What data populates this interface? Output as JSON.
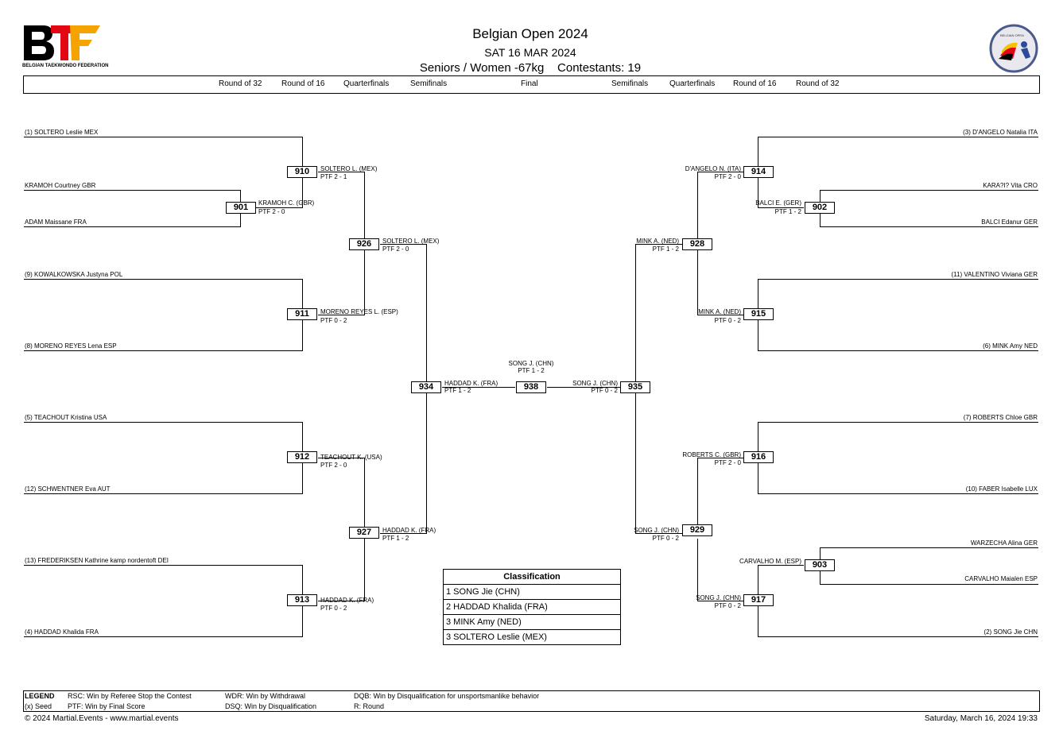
{
  "header": {
    "logo_text": "BELGIAN TAEKWONDO FEDERATION",
    "title": "Belgian Open 2024",
    "date": "SAT 16 MAR 2024",
    "category": "Seniors / Women -67kg",
    "contestants": "Contestants: 19",
    "badge_text": "BELGIAN OPEN"
  },
  "rounds_left": [
    "Round of 32",
    "Round of 16",
    "Quarterfinals",
    "Semifinals"
  ],
  "round_final": "Final",
  "rounds_right": [
    "Semifinals",
    "Quarterfinals",
    "Round of 16",
    "Round of 32"
  ],
  "left_entries": [
    "(1) SOLTERO Leslie MEX",
    "KRAMOH Courtney GBR",
    "ADAM Maissane FRA",
    "(9) KOWALKOWSKA Justyna POL",
    "(8) MORENO REYES Lena ESP",
    "(5) TEACHOUT Kristina USA",
    "(12) SCHWENTNER Eva AUT",
    "(13) FREDERIKSEN Kathrine kamp nordentoft DEI",
    "(4) HADDAD Khalida FRA"
  ],
  "right_entries": [
    "(3) D'ANGELO Natalia ITA",
    "KARA?I? Vita CRO",
    "BALCI Edanur GER",
    "(11) VALENTINO Viviana GER",
    "(6) MINK Amy NED",
    "(7) ROBERTS Chloe GBR",
    "(10) FABER Isabelle LUX",
    "WARZECHA Alina GER",
    "CARVALHO Maialen ESP",
    "(2) SONG Jie CHN"
  ],
  "matches": {
    "m901": {
      "id": "901",
      "winner": "KRAMOH C. (GBR)",
      "score": "PTF 2 - 0"
    },
    "m910": {
      "id": "910",
      "winner": "SOLTERO L. (MEX)",
      "score": "PTF 2 - 1"
    },
    "m911": {
      "id": "911",
      "winner": "MORENO REYES L. (ESP)",
      "score": "PTF 0 - 2"
    },
    "m912": {
      "id": "912",
      "winner": "TEACHOUT K. (USA)",
      "score": "PTF 2 - 0"
    },
    "m913": {
      "id": "913",
      "winner": "HADDAD K. (FRA)",
      "score": "PTF 0 - 2"
    },
    "m926": {
      "id": "926",
      "winner": "SOLTERO L. (MEX)",
      "score": "PTF 2 - 0"
    },
    "m927": {
      "id": "927",
      "winner": "HADDAD K. (FRA)",
      "score": "PTF 1 - 2"
    },
    "m934": {
      "id": "934",
      "winner": "HADDAD K. (FRA)",
      "score": "PTF 1 - 2"
    },
    "m938": {
      "id": "938",
      "winner": "SONG J. (CHN)",
      "score": "PTF 1 - 2"
    },
    "m935": {
      "id": "935",
      "winner": "SONG J. (CHN)",
      "score": "PTF 0 - 2"
    },
    "m928": {
      "id": "928",
      "winner": "MINK A. (NED)",
      "score": "PTF 1 - 2"
    },
    "m929": {
      "id": "929",
      "winner": "SONG J. (CHN)",
      "score": "PTF 0 - 2"
    },
    "m914": {
      "id": "914",
      "winner": "D'ANGELO N. (ITA)",
      "score": "PTF 2 - 0"
    },
    "m915": {
      "id": "915",
      "winner": "MINK A. (NED)",
      "score": "PTF 0 - 2"
    },
    "m916": {
      "id": "916",
      "winner": "ROBERTS C. (GBR)",
      "score": "PTF 2 - 0"
    },
    "m917": {
      "id": "917",
      "winner": "SONG J. (CHN)",
      "score": "PTF 0 - 2"
    },
    "m902": {
      "id": "902",
      "winner": "BALCI E. (GER)",
      "score": "PTF 1 - 2"
    },
    "m903": {
      "id": "903",
      "winner": "CARVALHO M. (ESP)",
      "score": ""
    }
  },
  "classification": {
    "title": "Classification",
    "rows": [
      "1  SONG Jie (CHN)",
      "2  HADDAD Khalida (FRA)",
      "3  MINK Amy (NED)",
      "3  SOLTERO Leslie (MEX)"
    ]
  },
  "legend": {
    "title": "LEGEND",
    "seed": "(x) Seed",
    "rsc": "RSC: Win by Referee Stop the Contest",
    "ptf": "PTF: Win by Final Score",
    "wdr": "WDR: Win by Withdrawal",
    "dsq": "DSQ: Win by Disqualification",
    "dqb": "DQB: Win by Disqualification for unsportsmanlike behavior",
    "r": "R: Round"
  },
  "footer": {
    "copyright": "© 2024 Martial.Events - www.martial.events",
    "timestamp": "Saturday, March 16, 2024 19:33"
  }
}
